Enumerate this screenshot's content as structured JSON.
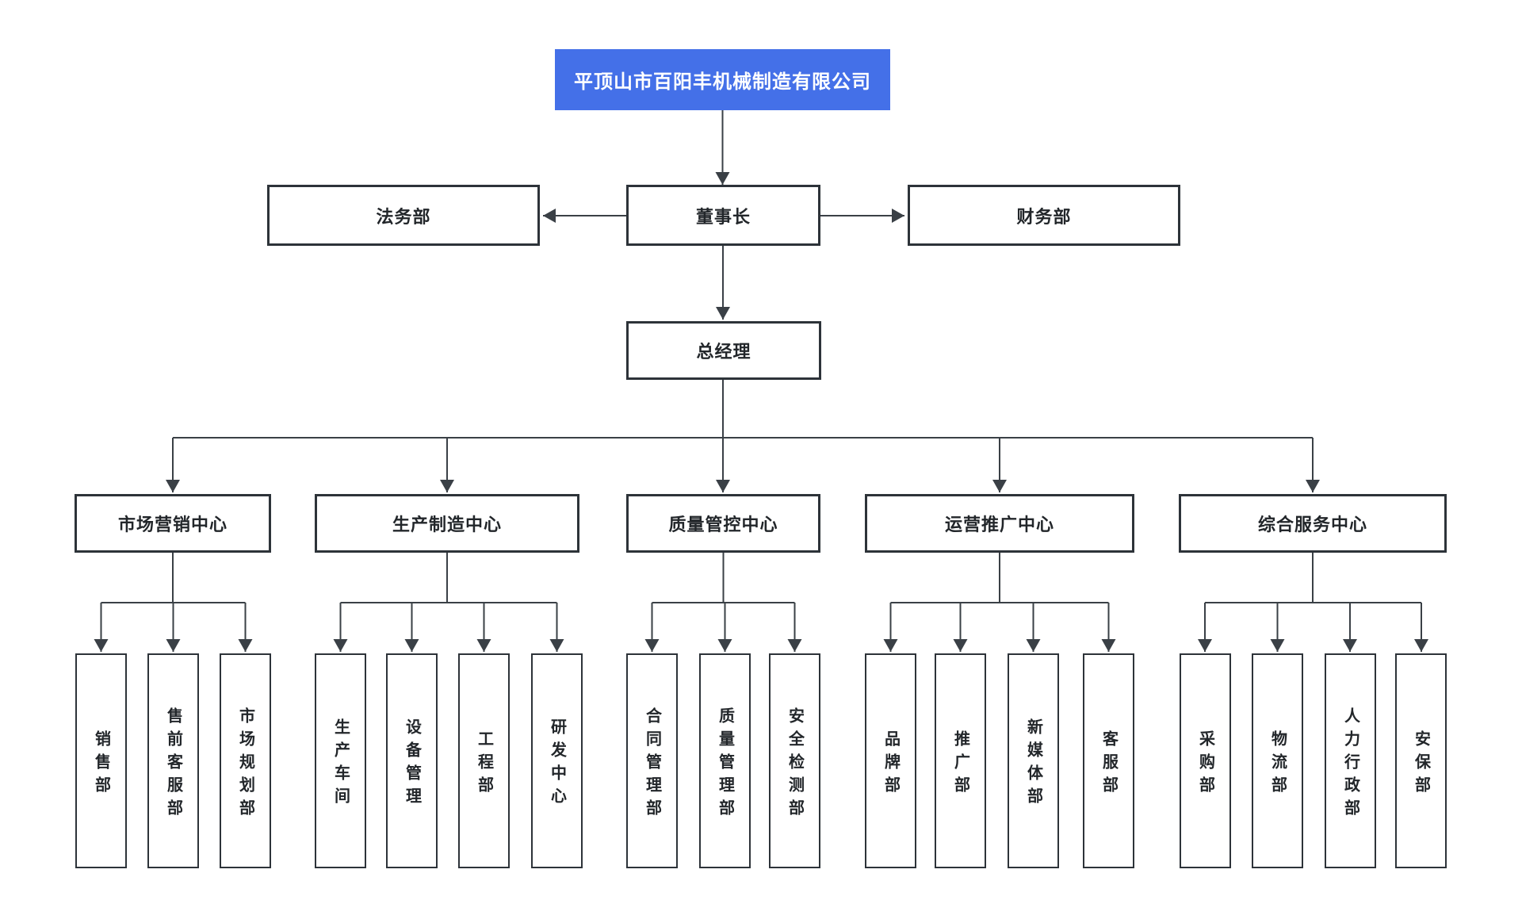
{
  "org": {
    "root": "平顶山市百阳丰机械制造有限公司",
    "board": {
      "chairman": "董事长",
      "left": "法务部",
      "right": "财务部"
    },
    "gm": "总经理",
    "centers": [
      {
        "label": "市场营销中心",
        "children": [
          "销售部",
          "售前客服部",
          "市场规划部"
        ]
      },
      {
        "label": "生产制造中心",
        "children": [
          "生产车间",
          "设备管理",
          "工程部",
          "研发中心"
        ]
      },
      {
        "label": "质量管控中心",
        "children": [
          "合同管理部",
          "质量管理部",
          "安全检测部"
        ]
      },
      {
        "label": "运营推广中心",
        "children": [
          "品牌部",
          "推广部",
          "新媒体部",
          "客服部"
        ]
      },
      {
        "label": "综合服务中心",
        "children": [
          "采购部",
          "物流部",
          "人力行政部",
          "安保部"
        ]
      }
    ],
    "colors": {
      "accent_blue": "#4470e8",
      "line": "#3a4046",
      "border": "#2d3339",
      "root_text": "#ffffff",
      "node_text": "#22262a"
    }
  }
}
